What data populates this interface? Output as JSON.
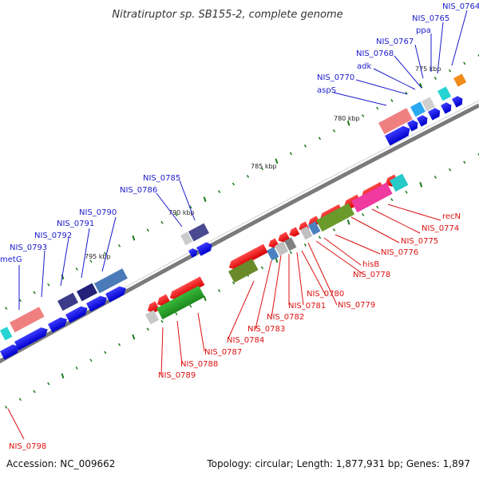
{
  "title": "Nitratiruptor sp. SB155-2, complete genome",
  "footer": {
    "accession": "Accession: NC_009662",
    "summary": "Topology: circular; Length: 1,877,931 bp; Genes: 1,897"
  },
  "colors": {
    "forward_label": "#1a1acc",
    "reverse_label": "#dd1111",
    "backbone": "#808080",
    "tick": "#1a7a1a"
  },
  "kbp_labels": [
    "775 kbp",
    "780 kbp",
    "785 kbp",
    "790 kbp",
    "795 kbp"
  ],
  "forward_gene_labels": [
    "NIS_0764",
    "NIS_0765",
    "ppa",
    "NIS_0767",
    "NIS_0768",
    "adk",
    "NIS_0770",
    "aspS",
    "NIS_0785",
    "NIS_0786",
    "NIS_0790",
    "NIS_0791",
    "NIS_0792",
    "NIS_0793",
    "metG"
  ],
  "reverse_gene_labels": [
    "recN",
    "NIS_0774",
    "NIS_0775",
    "NIS_0776",
    "hisB",
    "NIS_0778",
    "NIS_0779",
    "NIS_0780",
    "NIS_0781",
    "NIS_0782",
    "NIS_0783",
    "NIS_0784",
    "NIS_0787",
    "NIS_0788",
    "NIS_0789",
    "NIS_0798"
  ]
}
